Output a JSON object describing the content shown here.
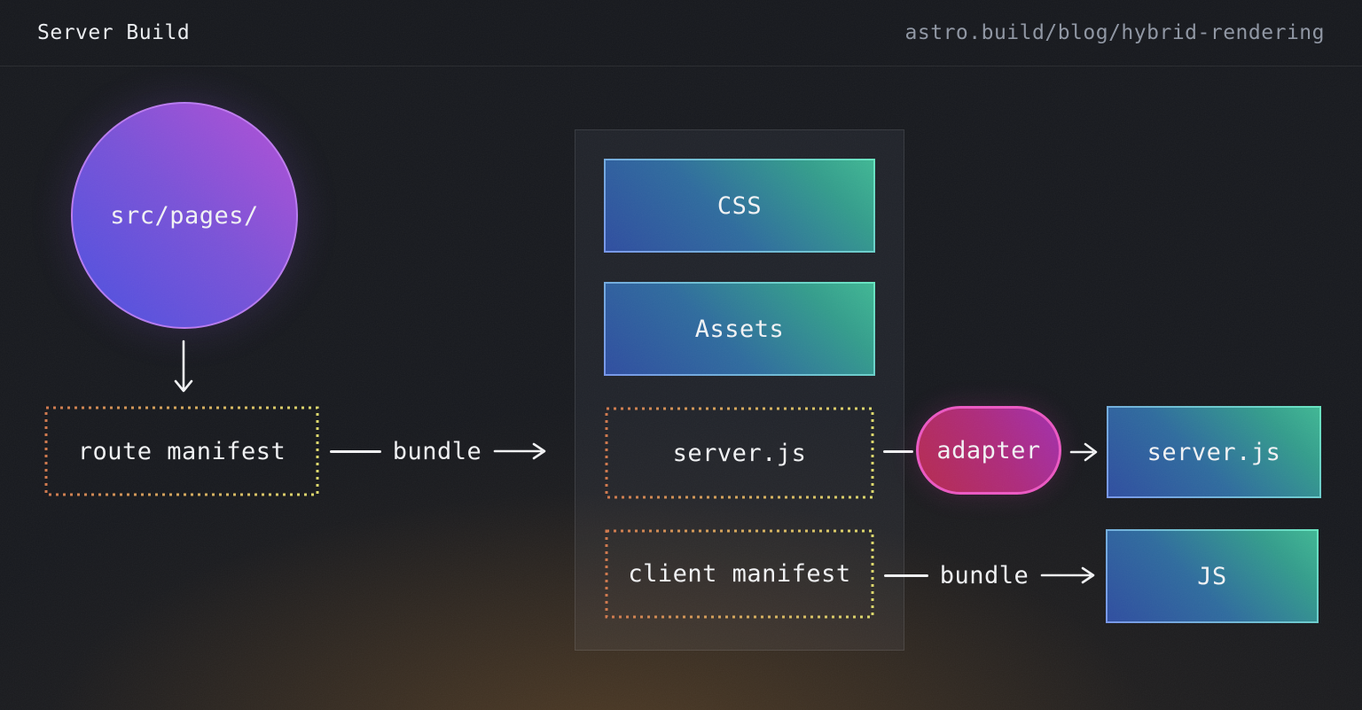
{
  "header": {
    "title": "Server Build",
    "url": "astro.build/blog/hybrid-rendering"
  },
  "nodes": {
    "src_pages": {
      "label": "src/pages/"
    },
    "route_manifest": {
      "label": "route manifest"
    },
    "css": {
      "label": "CSS"
    },
    "assets": {
      "label": "Assets"
    },
    "server_entry": {
      "label": "server.js"
    },
    "client_manifest": {
      "label": "client manifest"
    },
    "adapter": {
      "label": "adapter"
    },
    "server_output": {
      "label": "server.js"
    },
    "js_output": {
      "label": "JS"
    }
  },
  "edges": {
    "bundle_route": {
      "label": "bundle"
    },
    "bundle_client": {
      "label": "bundle"
    }
  },
  "colors": {
    "background": "#17191e",
    "panel": "#252a34",
    "text_primary": "#f2f3f5",
    "text_muted": "#8f96a3",
    "box_gradient_start": "#2e4da0",
    "box_gradient_end": "#3fb794",
    "circle_gradient_start": "#4a50e0",
    "circle_gradient_end": "#b44fd6",
    "adapter_gradient_start": "#b62a4e",
    "adapter_gradient_end": "#a22fae",
    "adapter_border": "#ec58c3",
    "dash_gradient_start": "#d0784c",
    "dash_gradient_end": "#ded96b",
    "arrow": "#f2f3f5",
    "bottom_glow": "#9e6a2e"
  }
}
